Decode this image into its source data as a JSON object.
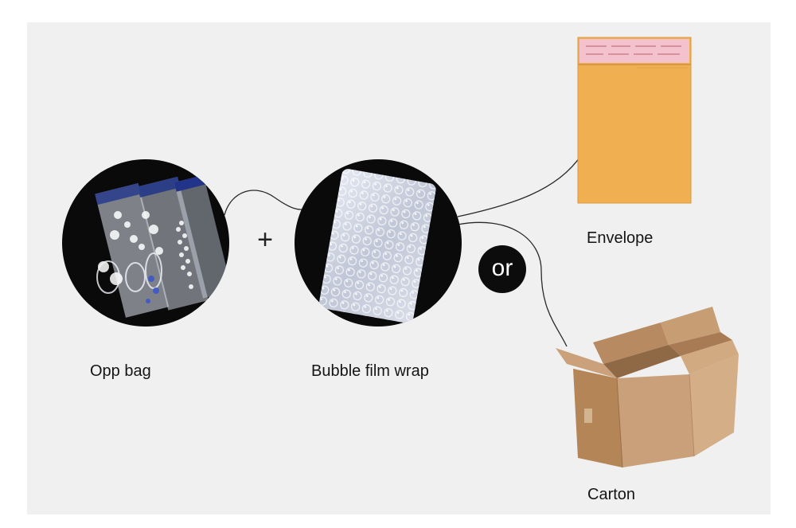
{
  "diagram": {
    "plus_symbol": "+",
    "or_label": "or",
    "items": [
      {
        "id": "opp-bag",
        "label": "Opp bag"
      },
      {
        "id": "bubble-film-wrap",
        "label": "Bubble film wrap"
      },
      {
        "id": "envelope",
        "label": "Envelope"
      },
      {
        "id": "carton",
        "label": "Carton"
      }
    ]
  },
  "colors": {
    "panel_background": "#f0f0f0",
    "envelope_kraft": "#f0b052",
    "envelope_seal": "#f4c2cc",
    "carton_brown": "#c49a72",
    "photo_background": "#0a0a0a",
    "badge_black": "#0c0c0c"
  }
}
